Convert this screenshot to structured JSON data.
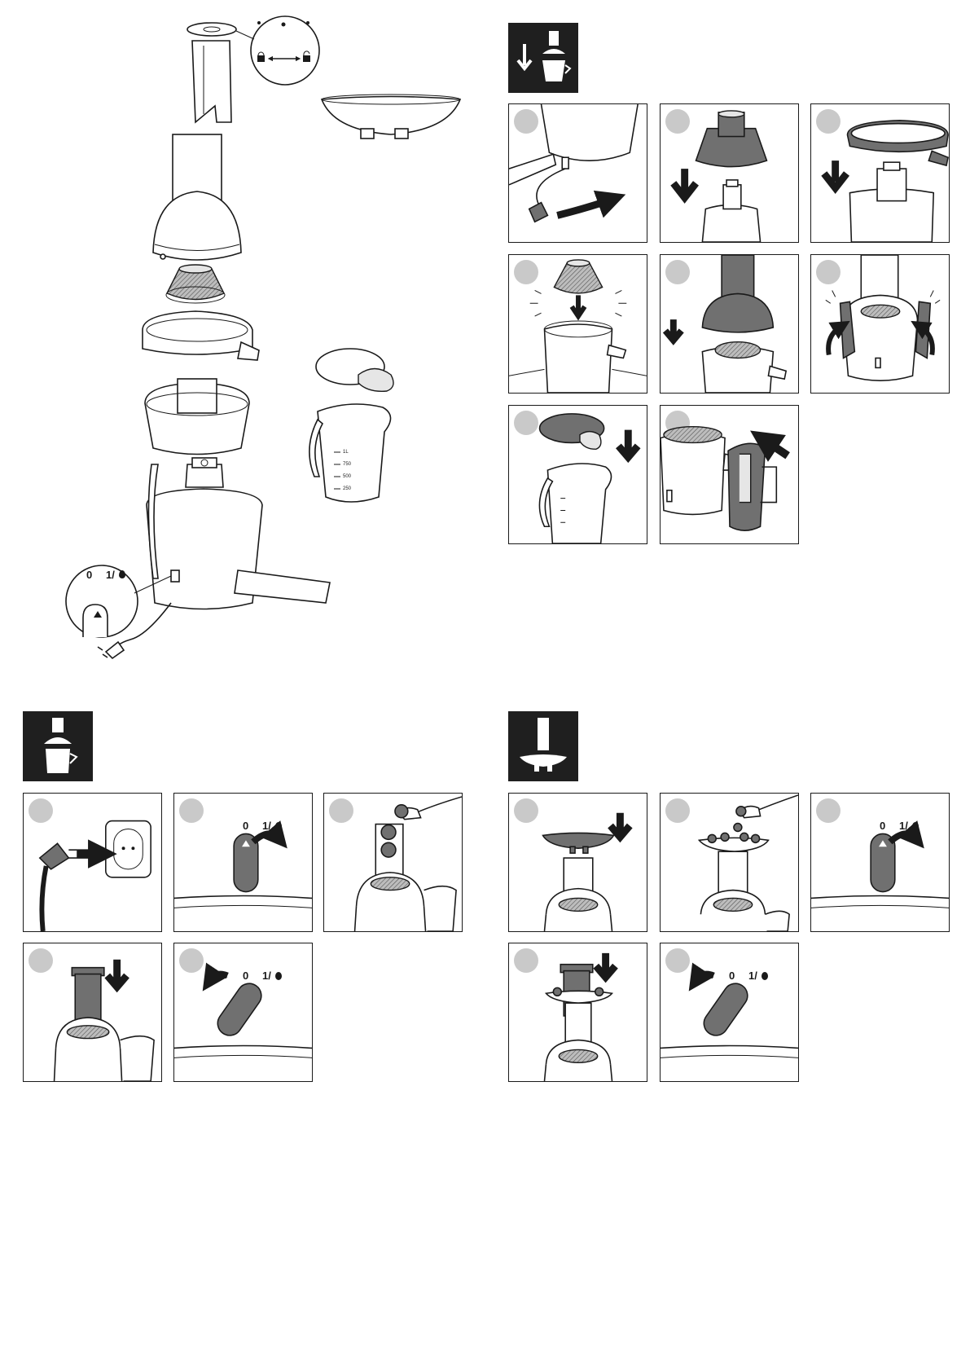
{
  "exploded_view": {
    "switch_off": "0",
    "switch_on": "1/",
    "jug_marks": [
      "1L",
      "750",
      "500",
      "250"
    ]
  },
  "sections": {
    "assembly": {
      "icon": "assemble-juicer-icon",
      "steps": 8
    },
    "juicing": {
      "icon": "juicer-full-icon",
      "steps": 5,
      "switch_off": "0",
      "switch_on": "1/"
    },
    "tray_juicing": {
      "icon": "tray-pusher-icon",
      "steps": 5,
      "switch_off": "0",
      "switch_on": "1/"
    }
  },
  "colors": {
    "ink": "#1a1a1a",
    "dark_fill": "#707070",
    "badge": "#c9c9c9",
    "header": "#1f1f1f"
  }
}
